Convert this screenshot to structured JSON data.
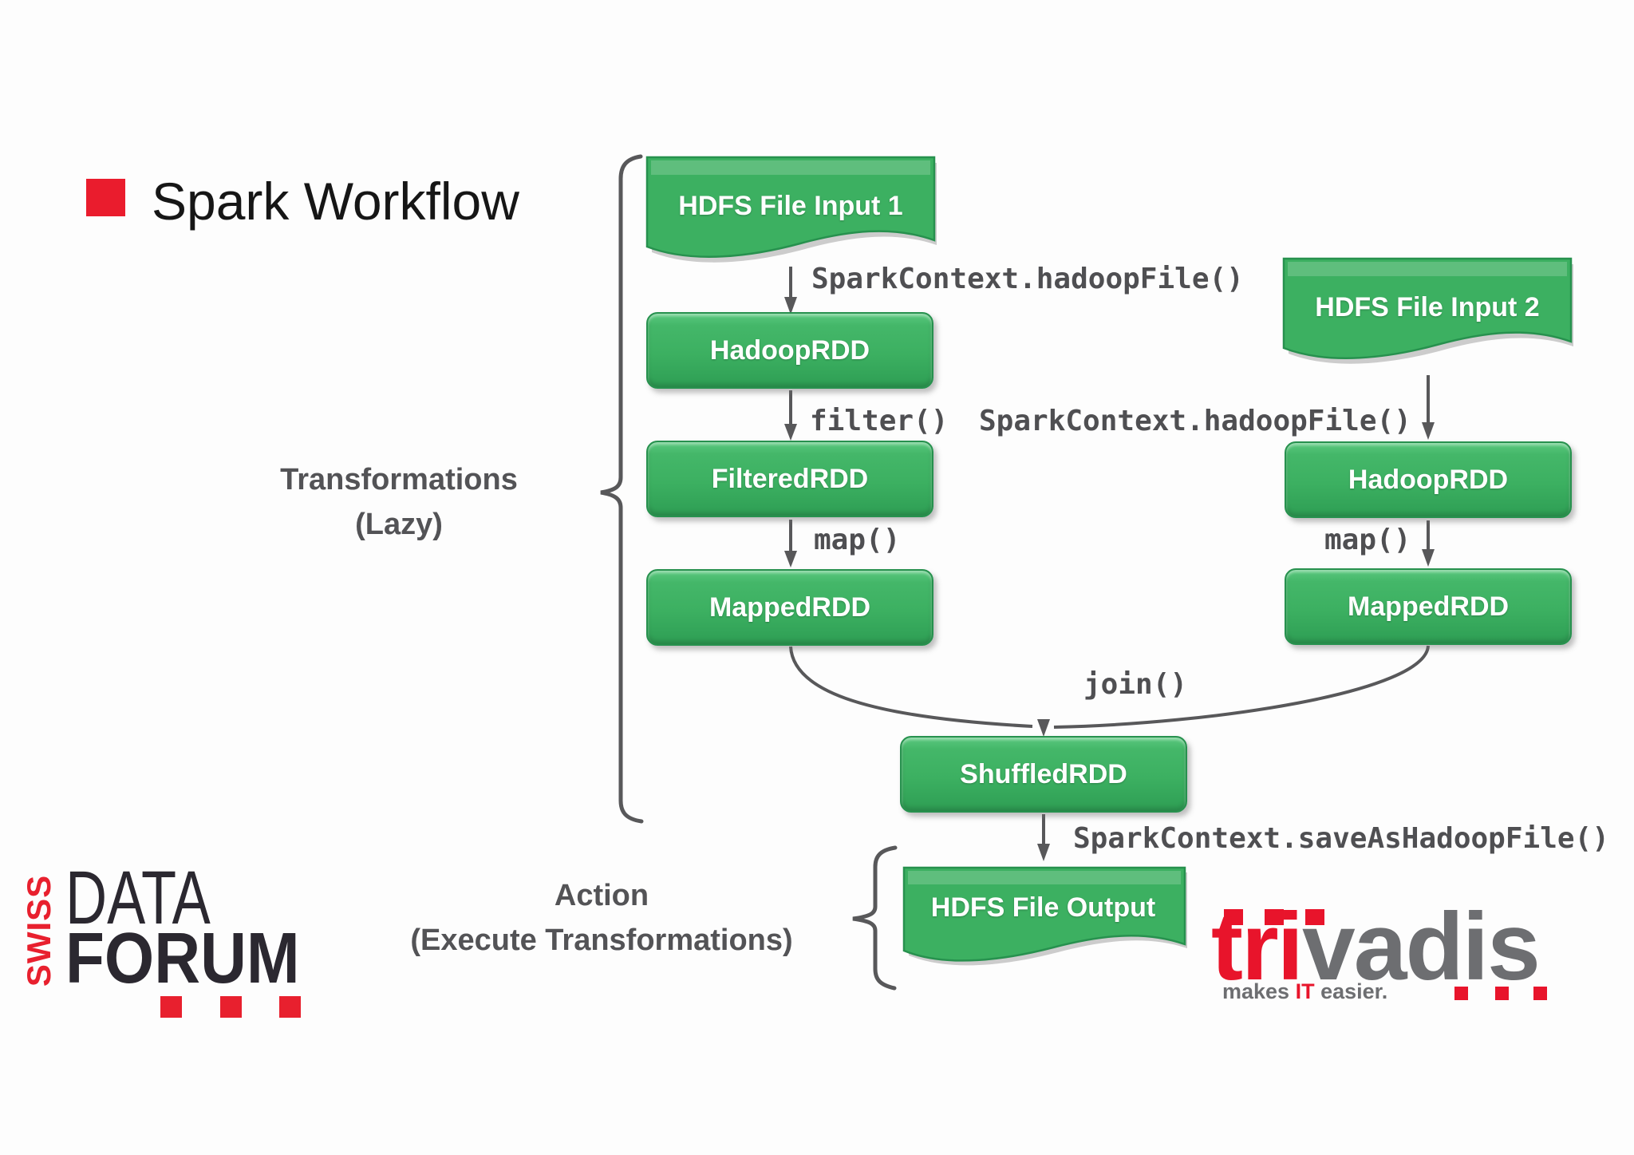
{
  "slide": {
    "title": "Spark Workflow"
  },
  "groups": {
    "transformations": {
      "line1": "Transformations",
      "line2": "(Lazy)"
    },
    "action": {
      "line1": "Action",
      "line2": "(Execute Transformations)"
    }
  },
  "nodes": {
    "input1": {
      "label": "HDFS File Input 1",
      "type": "document"
    },
    "hadoop1": {
      "label": "HadoopRDD",
      "type": "process"
    },
    "filtered": {
      "label": "FilteredRDD",
      "type": "process"
    },
    "mapped1": {
      "label": "MappedRDD",
      "type": "process"
    },
    "input2": {
      "label": "HDFS File Input 2",
      "type": "document"
    },
    "hadoop2": {
      "label": "HadoopRDD",
      "type": "process"
    },
    "mapped2": {
      "label": "MappedRDD",
      "type": "process"
    },
    "shuffled": {
      "label": "ShuffledRDD",
      "type": "process"
    },
    "output": {
      "label": "HDFS File Output",
      "type": "document"
    }
  },
  "edges": {
    "e1": {
      "label": "SparkContext.hadoopFile()"
    },
    "e2": {
      "label": "filter()"
    },
    "e3": {
      "label": "map()"
    },
    "e4": {
      "label": "SparkContext.hadoopFile()"
    },
    "e5": {
      "label": "map()"
    },
    "e6": {
      "label": "join()"
    },
    "e7": {
      "label": "SparkContext.saveAsHadoopFile()"
    }
  },
  "logos": {
    "swiss_data_forum": {
      "swiss": "SWISS",
      "data": "DATA",
      "forum": "FORUM"
    },
    "trivadis": {
      "tri": "tri",
      "vadis": "vadis",
      "tagline_makes": "makes",
      "tagline_it": "IT",
      "tagline_easier": "easier."
    }
  },
  "colors": {
    "node_green": "#3cb061",
    "node_border_green": "#27914e",
    "label_gray": "#4f4f52",
    "accent_red": "#ea1c2d",
    "trivadis_red": "#e8142b",
    "trivadis_gray": "#6d6e71"
  }
}
